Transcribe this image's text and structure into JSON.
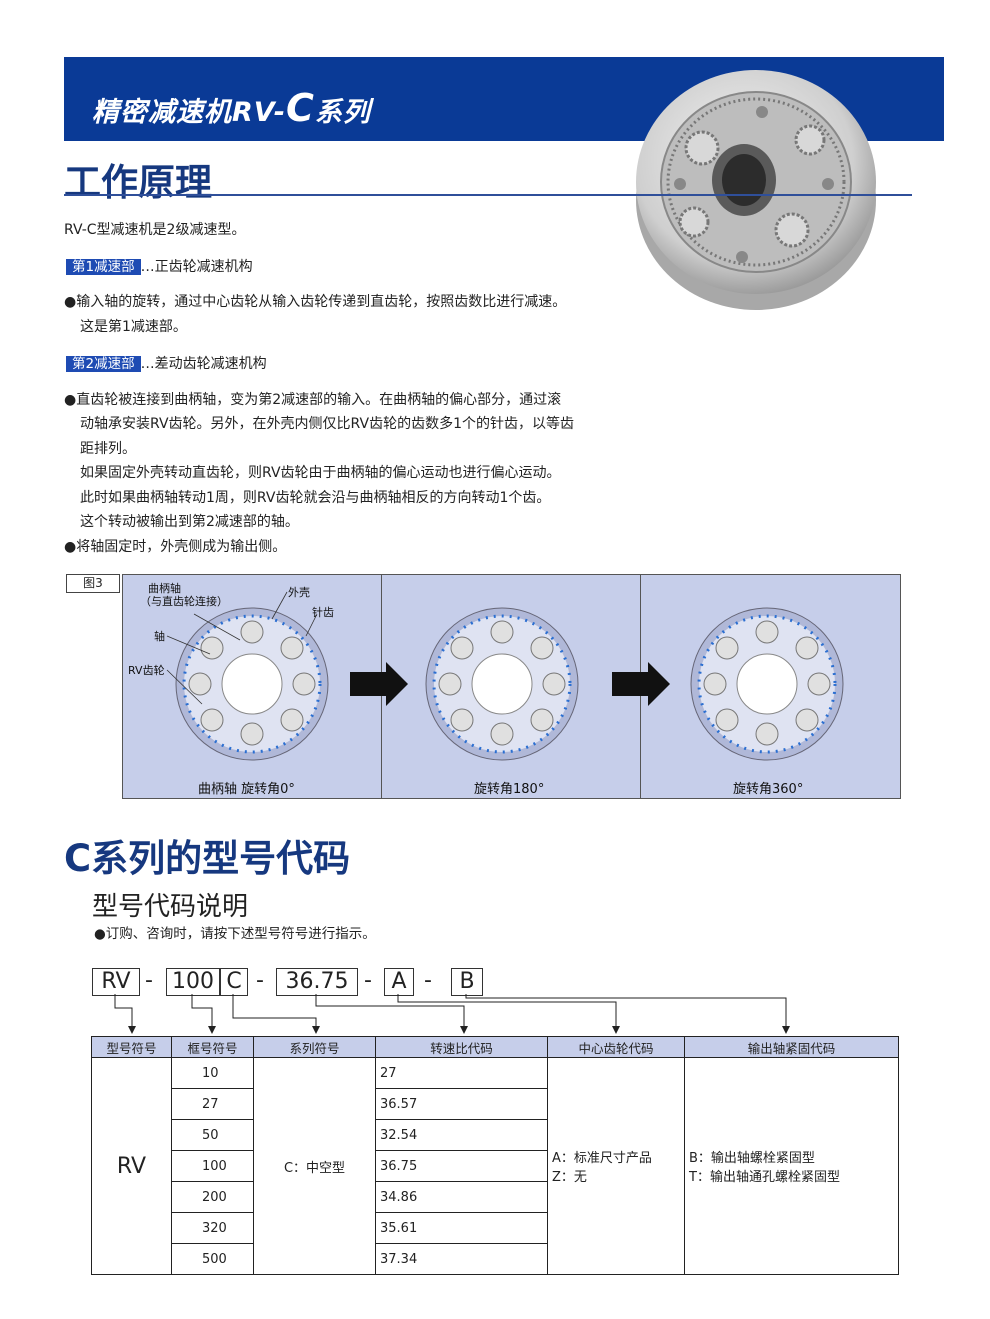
{
  "header": {
    "title_prefix": "精密减速机RV-",
    "title_c": "C",
    "title_suffix": "系列"
  },
  "section1": {
    "title": "工作原理",
    "intro": "RV-C型减速机是2级减速型。",
    "stage1": {
      "tag": "第1减速部",
      "desc": "…正齿轮减速机构",
      "lines": [
        "●输入轴的旋转，通过中心齿轮从输入齿轮传递到直齿轮，按照齿数比进行减速。",
        "这是第1减速部。"
      ]
    },
    "stage2": {
      "tag": "第2减速部",
      "desc": "…差动齿轮减速机构",
      "lines": [
        "●直齿轮被连接到曲柄轴，变为第2减速部的输入。在曲柄轴的偏心部分，通过滚",
        "动轴承安装RV齿轮。另外，在外壳内侧仅比RV齿轮的齿数多1个的针齿，以等齿",
        "距排列。",
        "如果固定外壳转动直齿轮，则RV齿轮由于曲柄轴的偏心运动也进行偏心运动。",
        "此时如果曲柄轴转动1周，则RV齿轮就会沿与曲柄轴相反的方向转动1个齿。",
        "这个转动被输出到第2减速部的轴。",
        "●将轴固定时，外壳侧成为输出侧。"
      ]
    }
  },
  "figure": {
    "label": "图3",
    "callouts": {
      "crank": "曲柄轴",
      "crank_sub": "（与直齿轮连接）",
      "housing": "外壳",
      "pin": "针齿",
      "shaft": "轴",
      "rv_gear": "RV齿轮"
    },
    "captions": [
      "曲柄轴 旋转角0°",
      "旋转角180°",
      "旋转角360°"
    ]
  },
  "section2": {
    "title": "C系列的型号代码",
    "subtitle": "型号代码说明",
    "note": "●订购、咨询时，请按下述型号符号进行指示。",
    "code_parts": [
      "RV",
      "100",
      "C",
      "36.75",
      "A",
      "B"
    ],
    "separator": "-",
    "table": {
      "headers": [
        "型号符号",
        "框号符号",
        "系列符号",
        "转速比代码",
        "中心齿轮代码",
        "输出轴紧固代码"
      ],
      "model": "RV",
      "frames": [
        "10",
        "27",
        "50",
        "100",
        "200",
        "320",
        "500"
      ],
      "series": "C：中空型",
      "ratios": [
        "27",
        "36.57",
        "32.54",
        "36.75",
        "34.86",
        "35.61",
        "37.34"
      ],
      "center_gear": [
        "A：标准尺寸产品",
        "Z：无"
      ],
      "output": [
        "B：输出轴螺栓紧固型",
        "T：输出轴通孔螺栓紧固型"
      ]
    }
  }
}
